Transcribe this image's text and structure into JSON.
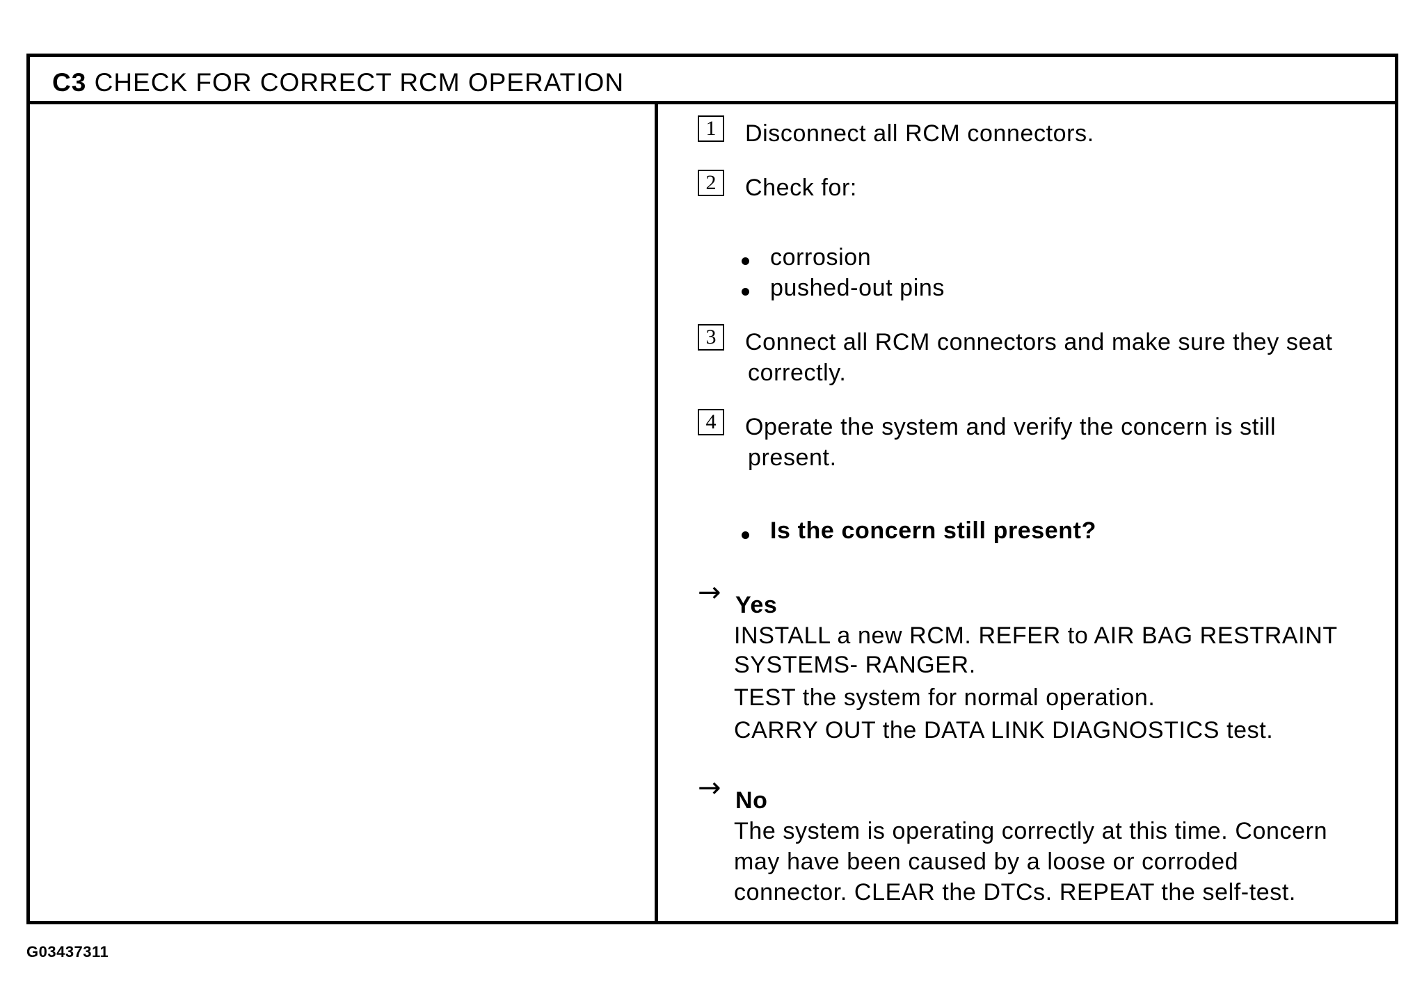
{
  "header": {
    "code": "C3",
    "title": "CHECK FOR CORRECT RCM OPERATION"
  },
  "steps": [
    {
      "number": "1",
      "text": "Disconnect all RCM connectors."
    },
    {
      "number": "2",
      "text": "Check for:",
      "items": [
        "corrosion",
        "pushed-out pins"
      ]
    },
    {
      "number": "3",
      "lines": [
        "Connect all RCM connectors and make sure they seat",
        "correctly."
      ]
    },
    {
      "number": "4",
      "lines": [
        "Operate the system and verify the concern is still",
        "present."
      ]
    }
  ],
  "question": "Is the concern still present?",
  "answers": {
    "yes": {
      "label": "Yes",
      "lines": [
        "INSTALL a new RCM. REFER to AIR BAG RESTRAINT",
        "SYSTEMS- RANGER.",
        "TEST the system for normal operation.",
        "CARRY OUT the DATA LINK DIAGNOSTICS test."
      ]
    },
    "no": {
      "label": "No",
      "lines": [
        "The system is operating correctly at this time. Concern",
        "may have been caused by a loose or corroded",
        "connector. CLEAR the DTCs. REPEAT the self-test."
      ]
    }
  },
  "arrow_glyph": "→",
  "figure_code": "G03437311"
}
